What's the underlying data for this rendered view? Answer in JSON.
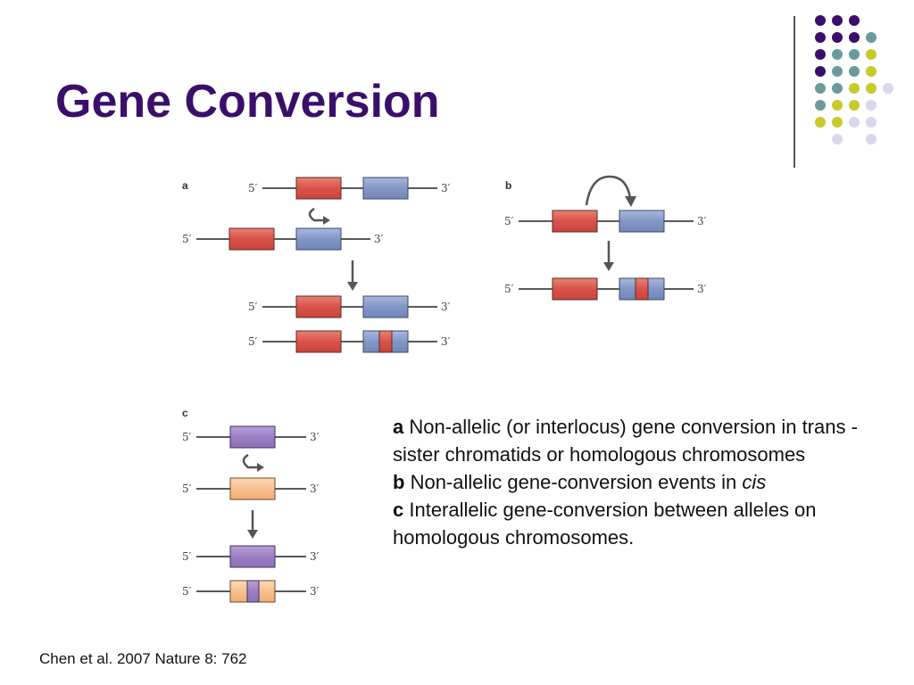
{
  "slide": {
    "title": "Gene Conversion",
    "citation": "Chen et al. 2007 Nature 8: 762"
  },
  "caption": {
    "a": {
      "label": "a",
      "text": " Non-allelic (or interlocus) gene conversion in trans - sister chromatids or homologous chromosomes"
    },
    "b": {
      "label": "b",
      "text_before": " Non-allelic gene-conversion events in ",
      "emphasis": "cis"
    },
    "c": {
      "label": "c",
      "text": " Interallelic gene-conversion between alleles on homologous chromosomes."
    }
  },
  "diagram": {
    "panel_labels": {
      "a": "a",
      "b": "b",
      "c": "c"
    },
    "five_prime": "5′",
    "three_prime": "3′"
  },
  "colors": {
    "title": "#3a0f6a",
    "red_gene": "#d9534a",
    "blue_gene": "#8297c6",
    "purple_gene": "#9b7fc4",
    "peach_gene": "#f7c08f",
    "dot_dark_purple": "#3a0f6a",
    "dot_teal": "#6a9b9b",
    "dot_yellow": "#c9c92a",
    "dot_lavender": "#d8d8ea"
  }
}
